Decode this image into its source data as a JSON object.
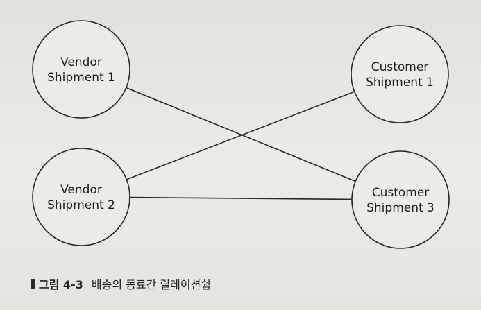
{
  "nodes": {
    "vendor_1": {
      "lines": [
        "Vendor",
        "Shipment 1"
      ]
    },
    "vendor_2": {
      "lines": [
        "Vendor",
        "Shipment 2"
      ]
    },
    "customer_1": {
      "lines": [
        "Customer",
        "Shipment 1"
      ]
    },
    "customer_3": {
      "lines": [
        "Customer",
        "Shipment 3"
      ]
    }
  },
  "relationships": [
    {
      "from": "vendor_1",
      "to": "customer_3"
    },
    {
      "from": "vendor_2",
      "to": "customer_1"
    },
    {
      "from": "vendor_2",
      "to": "customer_3"
    }
  ],
  "caption": {
    "label": "그림 4-3",
    "text": "배송의 동료간 릴레이션쉽"
  }
}
